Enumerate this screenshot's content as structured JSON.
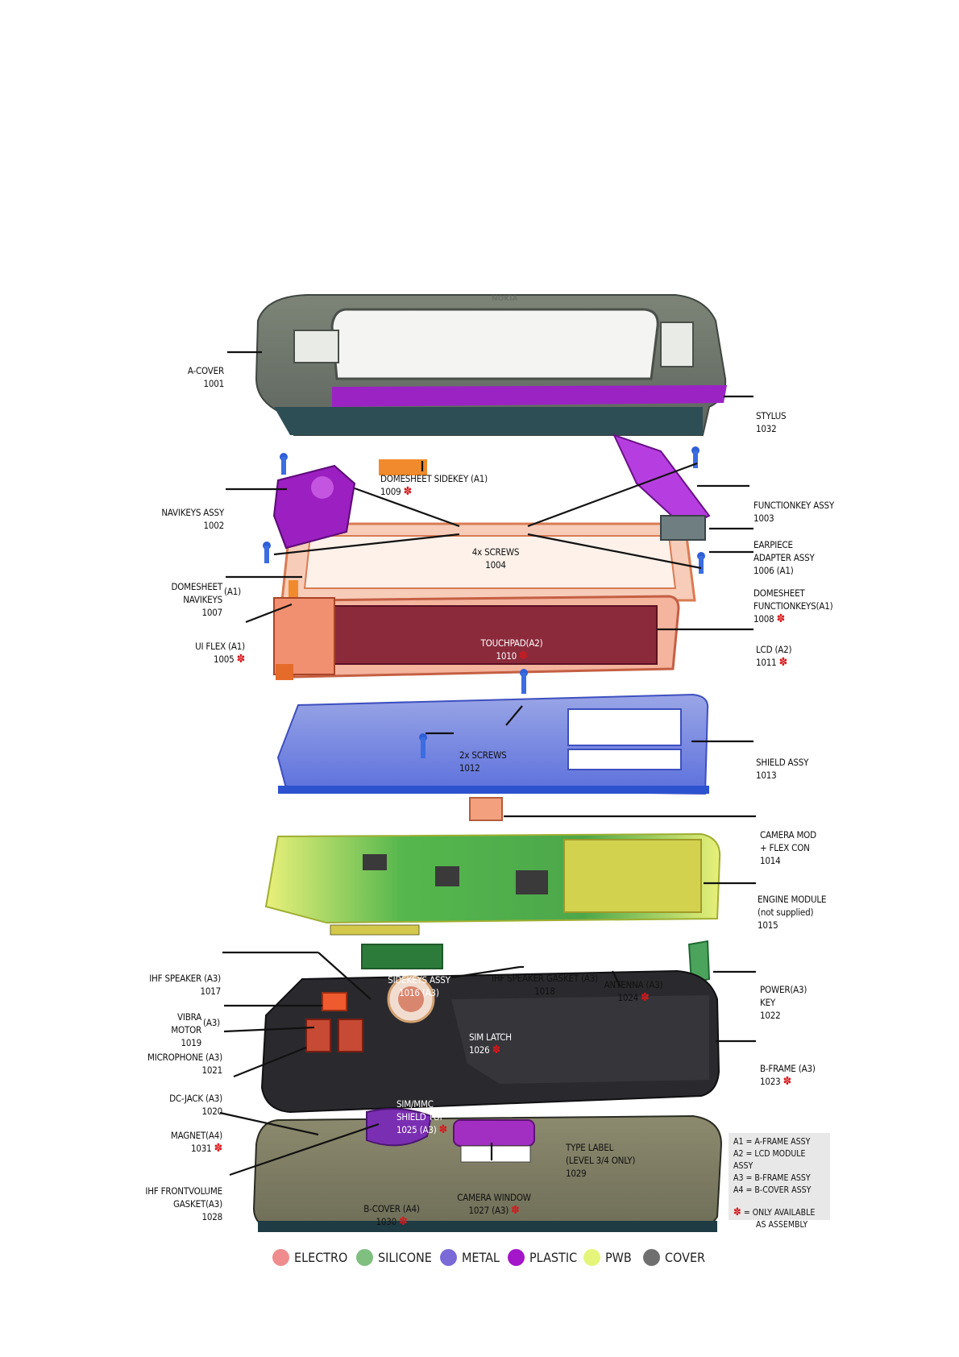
{
  "brand": "NOKIA",
  "colors": {
    "electro": "#ef8c8e",
    "silicone": "#7fbf7f",
    "metal": "#7a6ad8",
    "plastic": "#a316c9",
    "pwb": "#e4f57a",
    "cover": "#6f6f6f",
    "star": "#d8171b"
  },
  "labels": {
    "a_cover": [
      "A-COVER",
      "1001"
    ],
    "stylus": [
      "STYLUS",
      "1032"
    ],
    "domesheet_sidekey": [
      "DOMESHEET SIDEKEY (A1)",
      "1009"
    ],
    "navikeys_assy": [
      "NAVIKEYS ASSY",
      "1002"
    ],
    "functionkey_assy": [
      "FUNCTIONKEY ASSY",
      "1003"
    ],
    "screws4": [
      "4x SCREWS",
      "1004"
    ],
    "earpiece": [
      "EARPIECE",
      "ADAPTER ASSY",
      "1006 (A1)"
    ],
    "domesheet_navikeys": [
      "DOMESHEET",
      "NAVIKEYS",
      "1007",
      "(A1)"
    ],
    "domesheet_functionkeys": [
      "DOMESHEET",
      "FUNCTIONKEYS(A1)",
      "1008"
    ],
    "ui_flex": [
      "UI FLEX (A1)",
      "1005"
    ],
    "touchpad": [
      "TOUCHPAD(A2)",
      "1010"
    ],
    "lcd": [
      "LCD (A2)",
      "1011"
    ],
    "screws2": [
      "2x SCREWS",
      "1012"
    ],
    "shield_assy": [
      "SHIELD ASSY",
      "1013"
    ],
    "camera_mod": [
      "CAMERA MOD",
      "+ FLEX CON",
      "1014"
    ],
    "engine_module": [
      "ENGINE MODULE",
      "(not supplied)",
      "1015"
    ],
    "ihf_speaker": [
      "IHF SPEAKER (A3)",
      "1017"
    ],
    "sidekeys_assy": [
      "SIDEKEYS ASSY",
      "1016 (A3)"
    ],
    "ihf_speaker_gasket": [
      "IHF SPEAKER GASKET (A3)",
      "1018"
    ],
    "antenna": [
      "ANTENNA (A3)",
      "1024"
    ],
    "power_key": [
      "POWER(A3)",
      "KEY",
      "1022"
    ],
    "vibra_motor": [
      "VIBRA",
      "MOTOR",
      "1019",
      "(A3)"
    ],
    "sim_latch": [
      "SIM LATCH",
      "1026"
    ],
    "microphone": [
      "MICROPHONE (A3)",
      "1021"
    ],
    "b_frame": [
      "B-FRAME (A3)",
      "1023"
    ],
    "dc_jack": [
      "DC-JACK (A3)",
      "1020"
    ],
    "sim_mmc": [
      "SIM/MMC",
      "SHIELD TOP",
      "1025 (A3)"
    ],
    "magnet": [
      "MAGNET(A4)",
      "1031"
    ],
    "type_label": [
      "TYPE LABEL",
      "(LEVEL 3/4 ONLY)",
      "1029"
    ],
    "ihf_frontvolume": [
      "IHF FRONTVOLUME",
      "GASKET(A3)",
      "1028"
    ],
    "camera_window": [
      "CAMERA WINDOW",
      "1027 (A3)"
    ],
    "b_cover": [
      "B-COVER (A4)",
      "1030"
    ]
  },
  "star_glyph": "✽",
  "assembly_legend": [
    "A1 = A-FRAME ASSY",
    "A2 = LCD MODULE ASSY",
    "A3 = B-FRAME ASSY",
    "A4 = B-COVER ASSY",
    "= ONLY AVAILABLE",
    "AS ASSEMBLY"
  ],
  "materials": [
    "ELECTRO",
    "SILICONE",
    "METAL",
    "PLASTIC",
    "PWB",
    "COVER"
  ]
}
